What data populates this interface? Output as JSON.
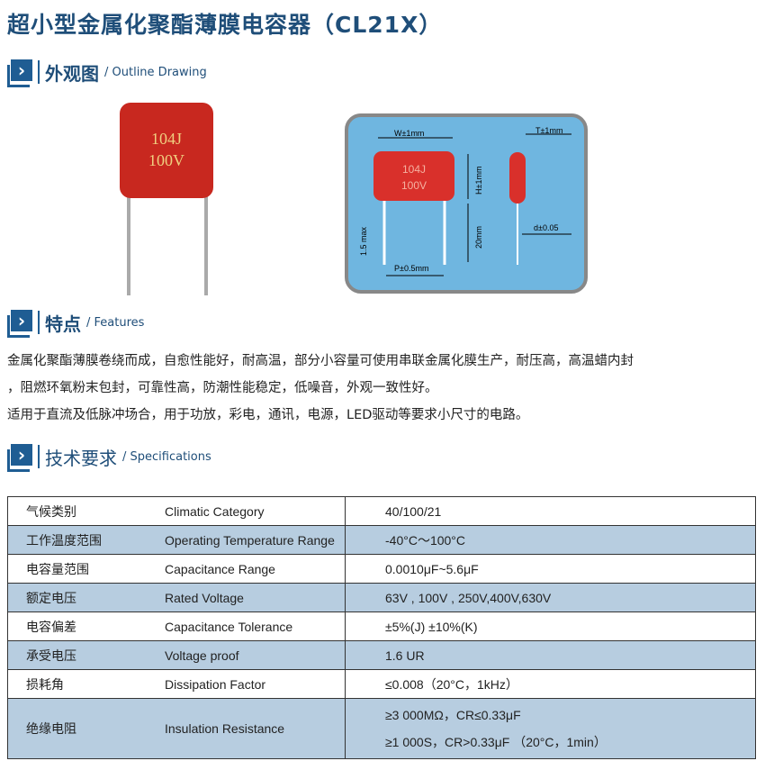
{
  "title": "超小型金属化聚酯薄膜电容器（CL21X）",
  "sections": {
    "outline": {
      "zh": "外观图",
      "en": "Outline Drawing"
    },
    "features": {
      "zh": "特点",
      "en": "Features"
    },
    "specs": {
      "zh": "技术要求",
      "en": "Specifications"
    }
  },
  "photo": {
    "line1": "104J",
    "line2": "100V"
  },
  "diagram": {
    "w": "W±1mm",
    "t": "T±1mm",
    "h": "H±1mm",
    "len": "20mm",
    "lead": "1.5 max",
    "p": "P±0.5mm",
    "d": "d±0.05",
    "line1": "104J",
    "line2": "100V",
    "bg": "#6fb6e0",
    "body": "#d9302b"
  },
  "features_text": [
    "金属化聚酯薄膜卷绕而成，自愈性能好，耐高温，部分小容量可使用串联金属化膜生产，耐压高，高温蜡内封",
    "，阻燃环氧粉末包封，可靠性高，防潮性能稳定，低噪音，外观一致性好。",
    "适用于直流及低脉冲场合，用于功放，彩电，通讯，电源，LED驱动等要求小尺寸的电路。"
  ],
  "table": [
    [
      "气候类别",
      "Climatic Category",
      "40/100/21"
    ],
    [
      "工作温度范围",
      "Operating Temperature Range",
      "-40°C～100°C"
    ],
    [
      "电容量范围",
      "Capacitance Range",
      "0.0010μF~5.6μF"
    ],
    [
      "额定电压",
      "Rated Voltage",
      "63V , 100V , 250V,400V,630V"
    ],
    [
      "电容偏差",
      "Capacitance Tolerance",
      "±5%(J) ±10%(K)"
    ],
    [
      "承受电压",
      "Voltage proof",
      "1.6 UR"
    ],
    [
      "损耗角",
      "Dissipation Factor",
      "≤0.008（20°C，1kHz）"
    ],
    [
      "绝缘电阻",
      "Insulation Resistance",
      "≥3 000MΩ，CR≤0.33μF",
      "≥1 000S，CR>0.33μF （20°C，1min）"
    ]
  ]
}
